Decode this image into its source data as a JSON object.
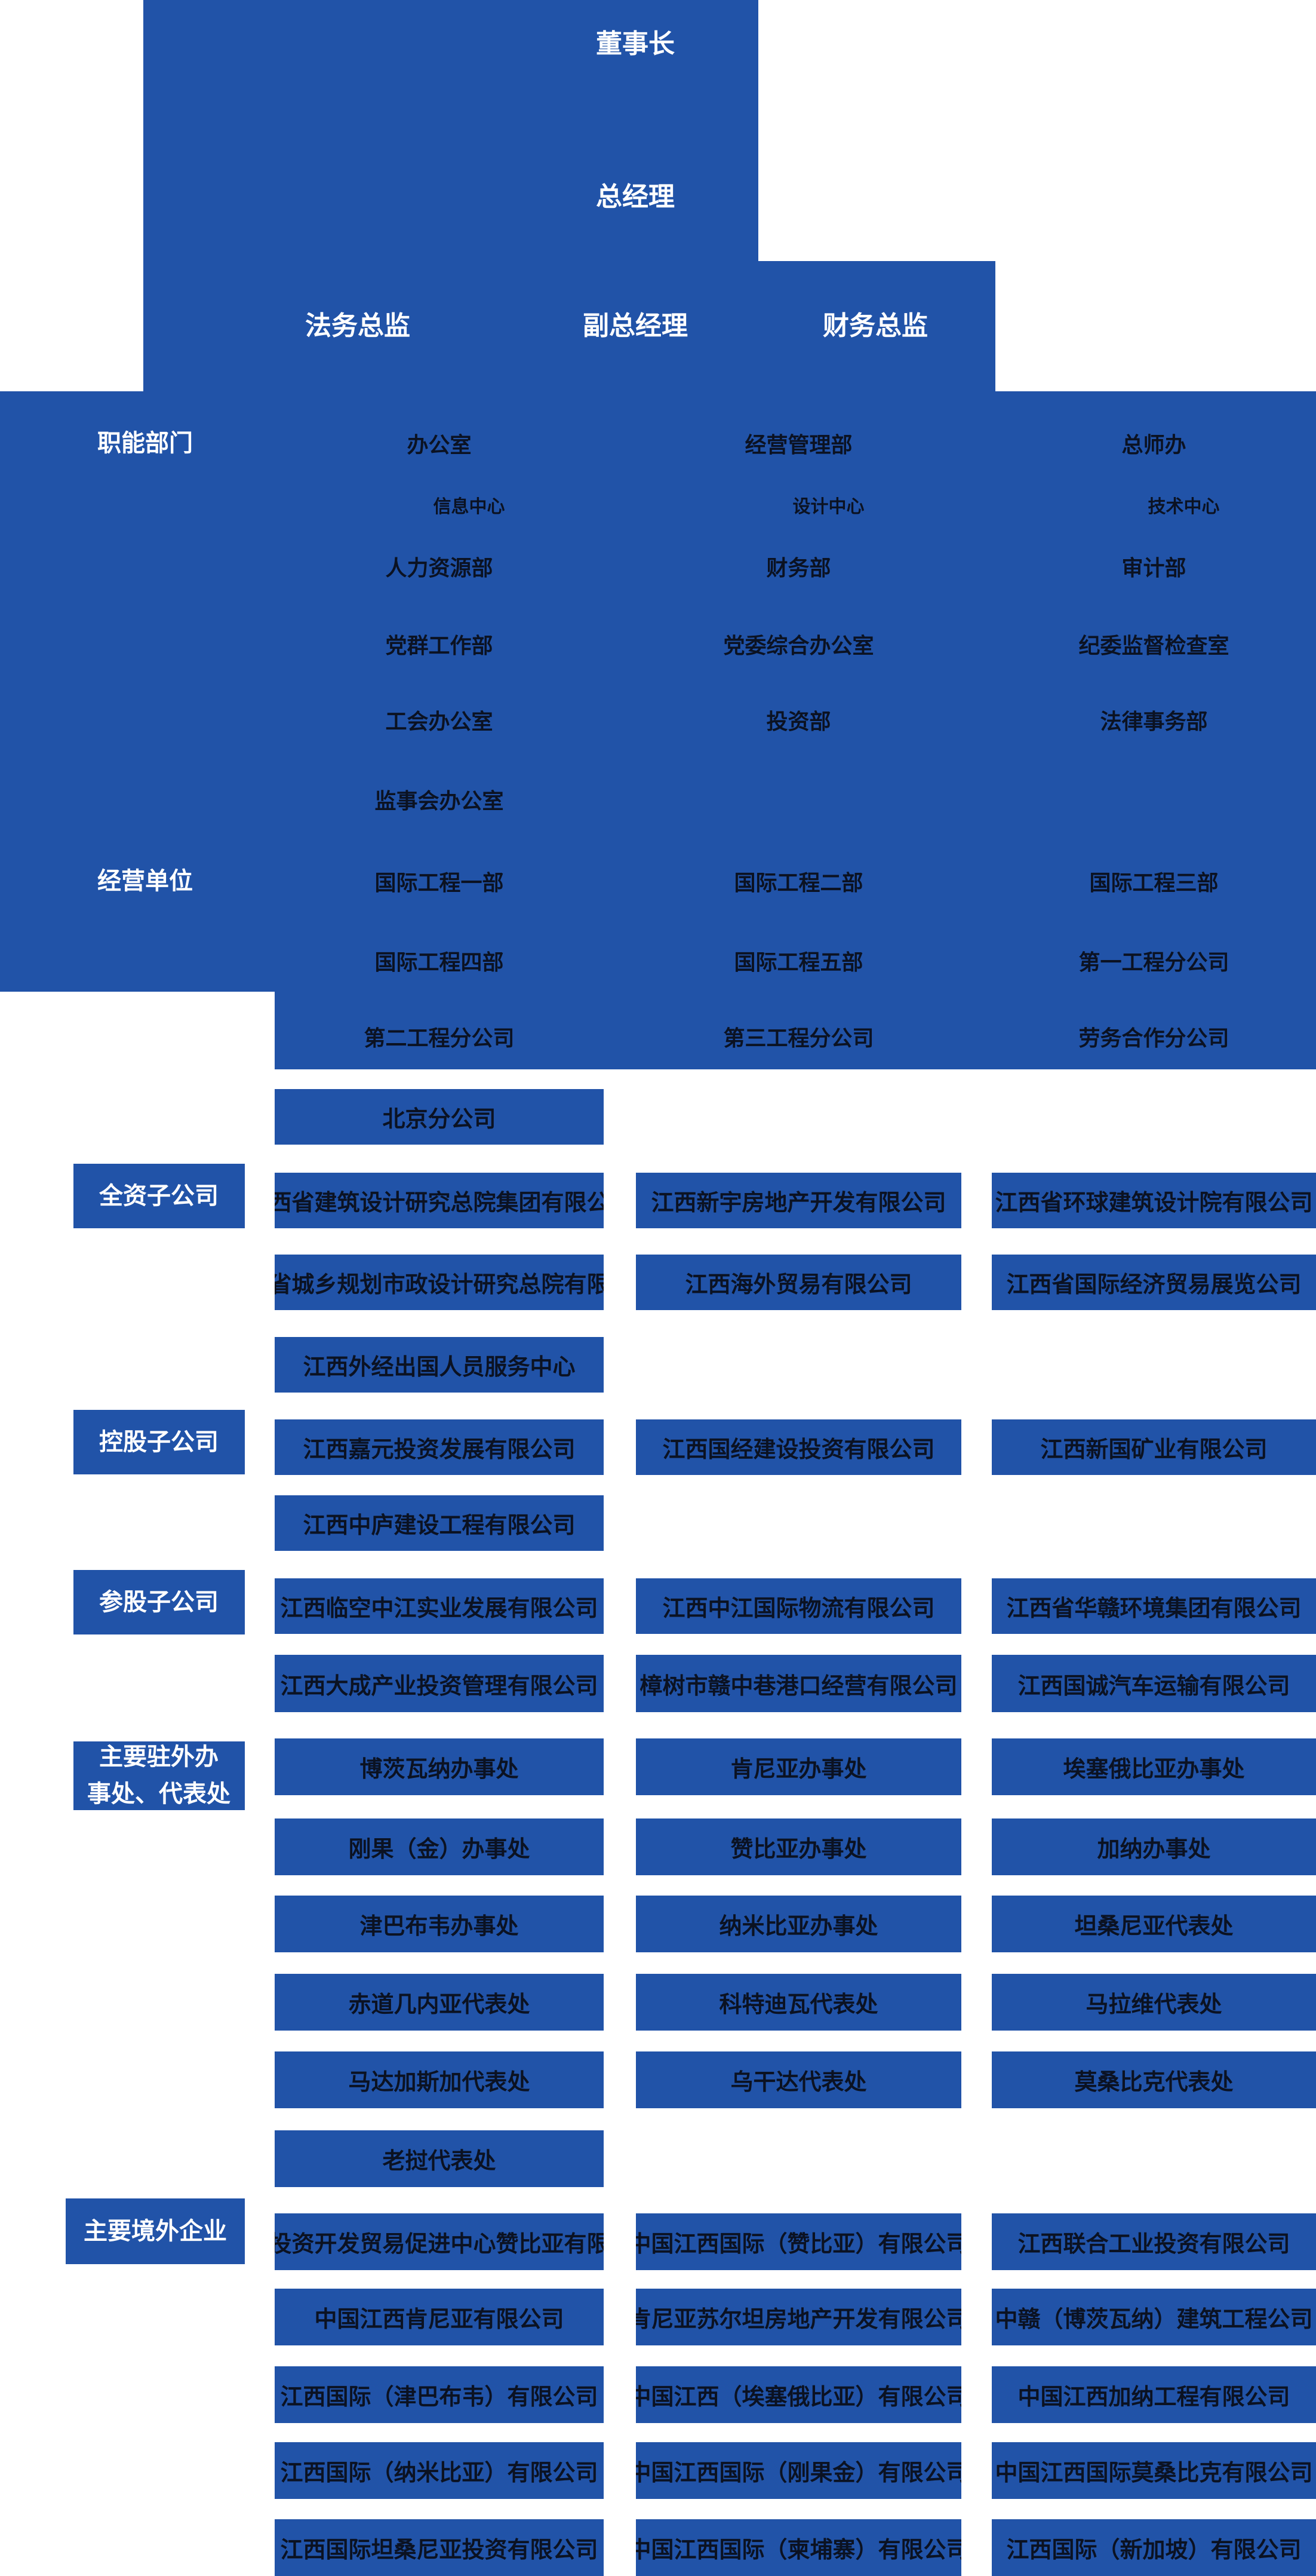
{
  "colors": {
    "primary_blue": "#2153a8",
    "box_text": "#0b1222",
    "label_text": "#ffffff"
  },
  "executives": {
    "chairman": "董事长",
    "general_manager": "总经理",
    "legal_director": "法务总监",
    "deputy_general_manager": "副总经理",
    "finance_director": "财务总监"
  },
  "sections": [
    {
      "id": "functional-departments",
      "label": "职能部门",
      "rows": [
        [
          "办公室",
          "经营管理部",
          "总师办"
        ],
        [
          "信息中心",
          "设计中心",
          "技术中心"
        ],
        [
          "人力资源部",
          "财务部",
          "审计部"
        ],
        [
          "党群工作部",
          "党委综合办公室",
          "纪委监督检查室"
        ],
        [
          "工会办公室",
          "投资部",
          "法律事务部"
        ],
        [
          "监事会办公室",
          null,
          null
        ]
      ]
    },
    {
      "id": "business-units",
      "label": "经营单位",
      "rows": [
        [
          "国际工程一部",
          "国际工程二部",
          "国际工程三部"
        ],
        [
          "国际工程四部",
          "国际工程五部",
          "第一工程分公司"
        ],
        [
          "第二工程分公司",
          "第三工程分公司",
          "劳务合作分公司"
        ],
        [
          "北京分公司",
          null,
          null
        ]
      ]
    },
    {
      "id": "wholly-owned-subsidiaries",
      "label": "全资子公司",
      "rows": [
        [
          "江西省建筑设计研究总院集团有限公司",
          "江西新宇房地产开发有限公司",
          "江西省环球建筑设计院有限公司"
        ],
        [
          "江西省城乡规划市政设计研究总院有限公司",
          "江西海外贸易有限公司",
          "江西省国际经济贸易展览公司"
        ],
        [
          "江西外经出国人员服务中心",
          null,
          null
        ]
      ]
    },
    {
      "id": "holding-subsidiaries",
      "label": "控股子公司",
      "rows": [
        [
          "江西嘉元投资发展有限公司",
          "江西国经建设投资有限公司",
          "江西新国矿业有限公司"
        ],
        [
          "江西中庐建设工程有限公司",
          null,
          null
        ]
      ]
    },
    {
      "id": "minority-stake-subsidiaries",
      "label": "参股子公司",
      "rows": [
        [
          "江西临空中江实业发展有限公司",
          "江西中江国际物流有限公司",
          "江西省华赣环境集团有限公司"
        ],
        [
          "江西大成产业投资管理有限公司",
          "樟树市赣中巷港口经营有限公司",
          "江西国诚汽车运输有限公司"
        ]
      ]
    },
    {
      "id": "overseas-offices",
      "label": "主要驻外办\n事处、代表处",
      "rows": [
        [
          "博茨瓦纳办事处",
          "肯尼亚办事处",
          "埃塞俄比亚办事处"
        ],
        [
          "刚果（金）办事处",
          "赞比亚办事处",
          "加纳办事处"
        ],
        [
          "津巴布韦办事处",
          "纳米比亚办事处",
          "坦桑尼亚代表处"
        ],
        [
          "赤道几内亚代表处",
          "科特迪瓦代表处",
          "马拉维代表处"
        ],
        [
          "马达加斯加代表处",
          "乌干达代表处",
          "莫桑比克代表处"
        ],
        [
          "老挝代表处",
          null,
          null
        ]
      ]
    },
    {
      "id": "overseas-enterprises",
      "label": "主要境外企业",
      "rows": [
        [
          "中国投资开发贸易促进中心赞比亚有限公司",
          "中国江西国际（赞比亚）有限公司",
          "江西联合工业投资有限公司"
        ],
        [
          "中国江西肯尼亚有限公司",
          "肯尼亚苏尔坦房地产开发有限公司",
          "中赣（博茨瓦纳）建筑工程公司"
        ],
        [
          "江西国际（津巴布韦）有限公司",
          "中国江西（埃塞俄比亚）有限公司",
          "中国江西加纳工程有限公司"
        ],
        [
          "江西国际（纳米比亚）有限公司",
          "中国江西国际（刚果金）有限公司",
          "中国江西国际莫桑比克有限公司"
        ],
        [
          "江西国际坦桑尼亚投资有限公司",
          "中国江西国际（柬埔寨）有限公司",
          "江西国际（新加坡）有限公司"
        ]
      ]
    }
  ]
}
